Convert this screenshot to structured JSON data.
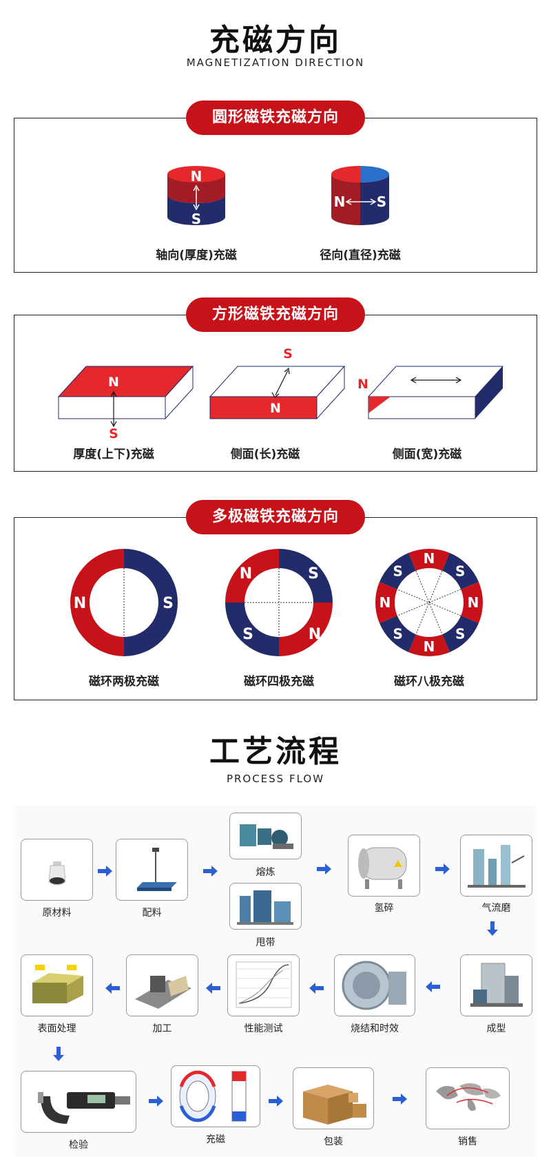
{
  "header1": {
    "title": "充磁方向",
    "subtitle": "MAGNETIZATION DIRECTION"
  },
  "sections": [
    {
      "title": "圆形磁铁充磁方向",
      "items": [
        "轴向(厚度)充磁",
        "径向(直径)充磁"
      ]
    },
    {
      "title": "方形磁铁充磁方向",
      "items": [
        "厚度(上下)充磁",
        "侧面(长)充磁",
        "侧面(宽)充磁"
      ]
    },
    {
      "title": "多极磁铁充磁方向",
      "items": [
        "磁环两极充磁",
        "磁环四极充磁",
        "磁环八极充磁"
      ]
    }
  ],
  "poles": {
    "n": "N",
    "s": "S"
  },
  "header2": {
    "title": "工艺流程",
    "subtitle": "PROCESS FLOW"
  },
  "process": {
    "steps": [
      "原材料",
      "配料",
      "熔炼",
      "甩带",
      "氢碎",
      "气流磨",
      "成型",
      "烧结和时效",
      "性能测试",
      "加工",
      "表面处理",
      "检验",
      "充磁",
      "包装",
      "销售"
    ]
  },
  "colors": {
    "red": "#e4282b",
    "darkred": "#a11c24",
    "navy": "#232c6b",
    "pill": "#c8121a",
    "arrow": "#2c5fd6"
  }
}
